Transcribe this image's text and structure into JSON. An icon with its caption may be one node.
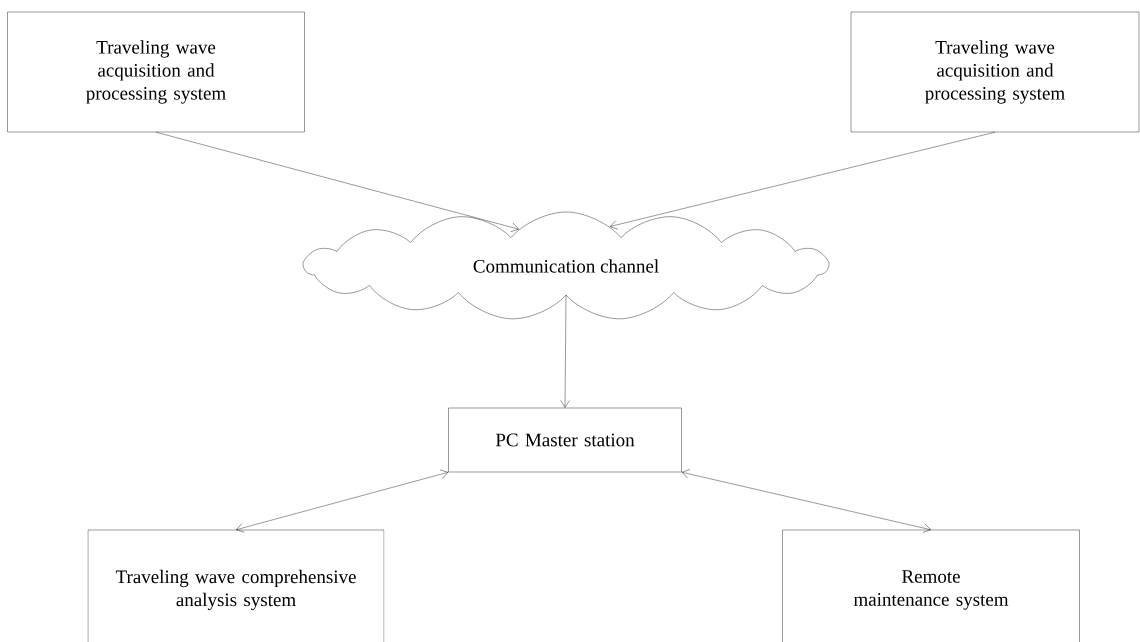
{
  "diagram": {
    "nodes": [
      {
        "text": [
          "Traveling wave acquisition and processing system"
        ]
      },
      {
        "text": [
          "Traveling wave acquisition and processing system"
        ]
      },
      {
        "text": [
          "Communication channel"
        ]
      },
      {
        "text": [
          "PC Master station"
        ]
      },
      {
        "text": [
          "Traveling wave comprehensive analysis system"
        ]
      },
      {
        "text": [
          "Remote maintenance system"
        ]
      }
    ],
    "edges": [
      {
        "from": 0,
        "to": 2,
        "arrow": "to"
      },
      {
        "from": 1,
        "to": 2,
        "arrow": "to"
      },
      {
        "from": 2,
        "to": 3,
        "arrow": "to"
      },
      {
        "from": 3,
        "to": 4,
        "arrow": "both"
      },
      {
        "from": 3,
        "to": 5,
        "arrow": "both"
      }
    ]
  }
}
